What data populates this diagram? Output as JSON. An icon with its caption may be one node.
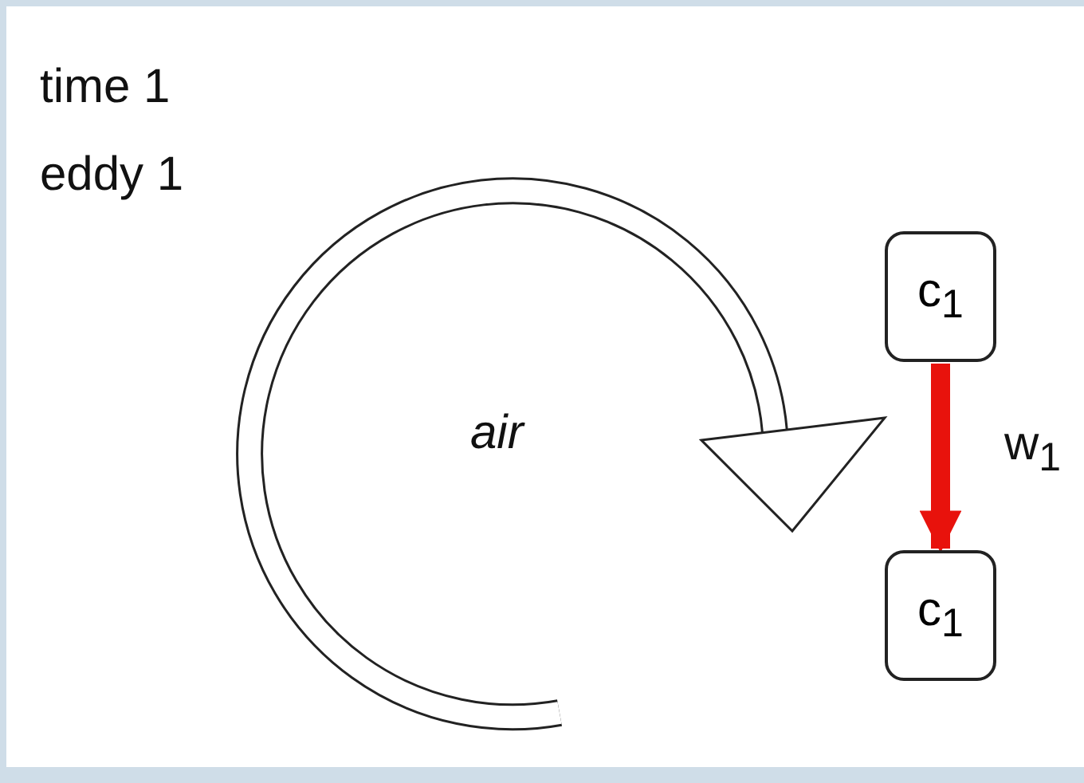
{
  "diagram": {
    "nodes": [
      {
        "text": [
          "c$_{1}$"
        ]
      },
      {
        "text": [
          "c$_{1}$"
        ]
      }
    ],
    "edges": [
      {
        "from": 0,
        "to": 1,
        "arrow": "to",
        "label": "w$_{1}$",
        "color": "#e8120c"
      }
    ],
    "labels": [
      "time 1",
      "eddy 1",
      "air"
    ]
  }
}
